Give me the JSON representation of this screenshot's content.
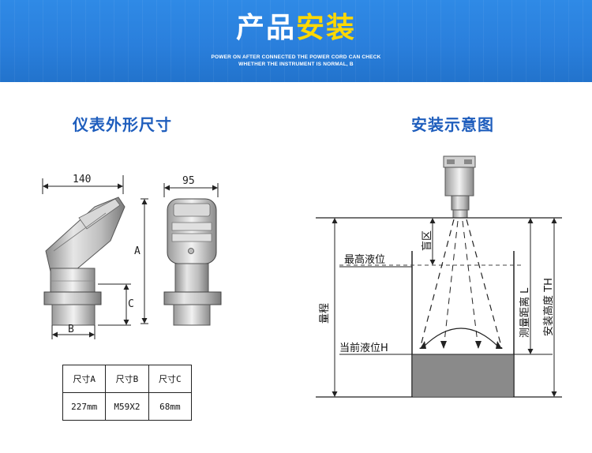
{
  "banner": {
    "title_part1": "产品",
    "title_part2": "安装",
    "subtitle_line1": "POWER ON AFTER CONNECTED THE POWER CORD CAN CHECK",
    "subtitle_line2": "WHETHER THE INSTRUMENT IS NORMAL, B",
    "colors": {
      "background": "#2a7fdc",
      "accent": "#ffd800",
      "text": "#ffffff"
    }
  },
  "left_section": {
    "title": "仪表外形尺寸",
    "dimensions": {
      "width_side": "140",
      "width_front": "95",
      "label_a": "A",
      "label_b": "B",
      "label_c": "C"
    }
  },
  "right_section": {
    "title": "安装示意图",
    "labels": {
      "blind_zone": "盲区",
      "max_level": "最高液位",
      "range": "量程",
      "current_level": "当前液位H",
      "measure_distance": "测量距离 L",
      "install_height": "安装高度 TH"
    }
  },
  "table": {
    "headers": [
      "尺寸A",
      "尺寸B",
      "尺寸C"
    ],
    "values": [
      "227mm",
      "M59X2",
      "68mm"
    ]
  },
  "section_title_color": "#1f5ebd"
}
